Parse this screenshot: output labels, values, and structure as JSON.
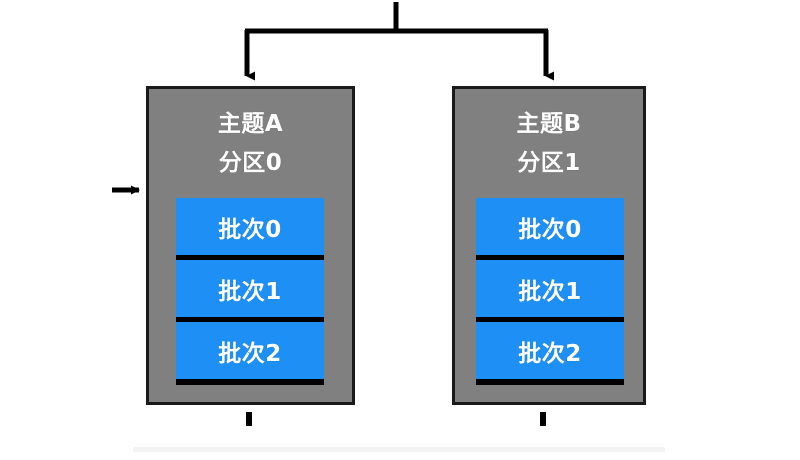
{
  "diagram": {
    "title": "Kafka producer topic partition batches",
    "colors": {
      "box_fill": "#808080",
      "box_border": "#1a1a1a",
      "batch_fill": "#1e90f5",
      "batch_separator": "#000000",
      "text": "#ffffff",
      "connector": "#000000",
      "background": "#ffffff",
      "bottom_strip": "#f2f2f3"
    },
    "connectors": {
      "root_stub": "vertical-line",
      "split_bar": "horizontal-line",
      "left_branch": "down-arrow",
      "right_branch": "down-arrow",
      "inbound": "right-arrow",
      "outbound_left": "vertical-stub",
      "outbound_right": "vertical-stub"
    },
    "partitions": [
      {
        "id": "a",
        "topic": "主题A",
        "partition": "分区0",
        "batches": [
          "批次0",
          "批次1",
          "批次2"
        ]
      },
      {
        "id": "b",
        "topic": "主题B",
        "partition": "分区1",
        "batches": [
          "批次0",
          "批次1",
          "批次2"
        ]
      }
    ]
  }
}
